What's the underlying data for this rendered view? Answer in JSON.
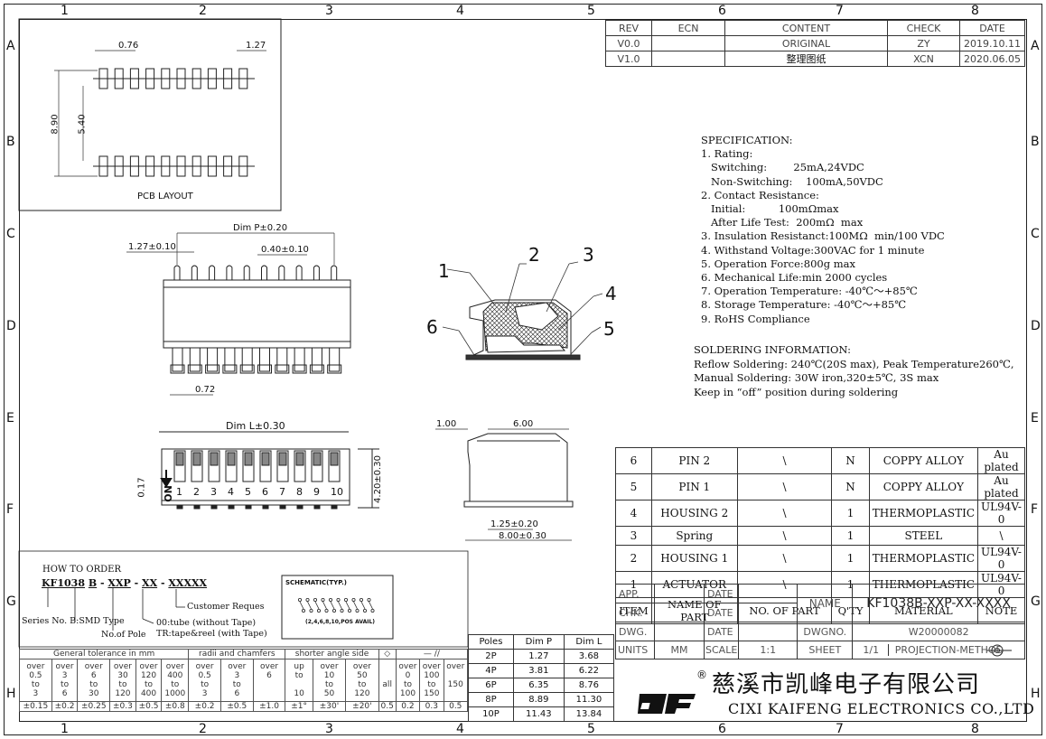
{
  "zones": {
    "cols": [
      "1",
      "2",
      "3",
      "4",
      "5",
      "6",
      "7",
      "8"
    ],
    "rows": [
      "A",
      "B",
      "C",
      "D",
      "E",
      "F",
      "G",
      "H"
    ]
  },
  "revision": {
    "headers": [
      "REV",
      "ECN",
      "CONTENT",
      "CHECK",
      "DATE"
    ],
    "rows": [
      [
        "V0.0",
        "",
        "ORIGINAL",
        "ZY",
        "2019.10.11"
      ],
      [
        "V1.0",
        "",
        "整理图纸",
        "XCN",
        "2020.06.05"
      ]
    ]
  },
  "pcb_layout": {
    "title": "PCB LAYOUT",
    "dim_pitch": "0.76",
    "dim_pad": "1.27",
    "dim_height": "8.90",
    "dim_inner": "5.40"
  },
  "top_view": {
    "dim_p": "Dim P±0.20",
    "pitch": "1.27±0.10",
    "pin_width": "0.40±0.10",
    "lead": "0.72"
  },
  "front_view": {
    "dim_l": "Dim L±0.30",
    "on_label": "ON",
    "numbers": [
      "1",
      "2",
      "3",
      "4",
      "5",
      "6",
      "7",
      "8",
      "9",
      "10"
    ],
    "dim_height": "4.20±0.30",
    "dim_offset": "0.17"
  },
  "side_view": {
    "dim_a": "1.00",
    "dim_b": "6.00",
    "dim_c": "1.25±0.20",
    "dim_d": "8.00±0.30"
  },
  "callouts": [
    "1",
    "2",
    "3",
    "4",
    "5",
    "6"
  ],
  "specification": {
    "text": "SPECIFICATION:\n1. Rating:\n   Switching:        25mA,24VDC\n   Non-Switching:    100mA,50VDC\n2. Contact Resistance:\n   Initial:          100mΩmax\n   After Life Test:  200mΩ  max\n3. Insulation Resistanct:100MΩ  min/100 VDC\n4. Withstand Voltage:300VAC for 1 minute\n5. Operation Force:800g max\n6. Mechanical Life:min 2000 cycles\n7. Operation Temperature: -40℃～+85℃\n8. Storage Temperature: -40℃～+85℃\n9. RoHS Compliance"
  },
  "soldering": {
    "text": "SOLDERING INFORMATION:\nReflow Soldering: 240℃(20S max), Peak Temperature260℃,\nManual Soldering: 30W iron,320±5℃, 3S max\nKeep in “off” position during soldering"
  },
  "bom": {
    "headers": [
      "ITEM",
      "NAME OF PART",
      "NO. OF PART",
      "Q'TY",
      "MATERIAL",
      "NOTE"
    ],
    "rows": [
      [
        "6",
        "PIN 2",
        "\\",
        "N",
        "COPPY ALLOY",
        "Au plated"
      ],
      [
        "5",
        "PIN 1",
        "\\",
        "N",
        "COPPY ALLOY",
        "Au plated"
      ],
      [
        "4",
        "HOUSING 2",
        "\\",
        "1",
        "THERMOPLASTIC",
        "UL94V-0"
      ],
      [
        "3",
        "Spring",
        "\\",
        "1",
        "STEEL",
        "\\"
      ],
      [
        "2",
        "HOUSING 1",
        "\\",
        "1",
        "THERMOPLASTIC",
        "UL94V-0"
      ],
      [
        "1",
        "ACTUATOR",
        "\\",
        "1",
        "THERMOPLASTIC",
        "UL94V-0"
      ]
    ]
  },
  "title_block": {
    "app": "APP.",
    "chk": "CHK.",
    "dwg": "DWG.",
    "units": "UNITS",
    "date": "DATE",
    "name_label": "NAME",
    "part_name": "KF1038B-XXP-XX-XXXX",
    "dwgno_label": "DWGNO.",
    "dwgno": "W20000082",
    "units_val": "MM",
    "scale_label": "SCALE",
    "scale_val": "1:1",
    "sheet_label": "SHEET",
    "sheet_val": "1/1",
    "projection": "PROJECTION-METHOD"
  },
  "company": {
    "logo": "DF",
    "name_cn": "慈溪市凯峰电子有限公司",
    "name_en": "CIXI KAIFENG ELECTRONICS CO.,LTD",
    "reg": "®"
  },
  "order": {
    "title": "HOW TO ORDER",
    "code": [
      "KF1038",
      "B",
      "-",
      "XXP",
      "-",
      "XX",
      "-",
      "XXXXX"
    ],
    "customer": "Customer Reques",
    "series": "Series No. B:SMD Type",
    "poles": "No.of Pole",
    "pack1": "00:tube    (without Tape)",
    "pack2": "TR:tape&reel (with Tape)"
  },
  "schematic": {
    "title": "SCHEMATIC(TYP.)",
    "caption": "(2,4,6,8,10,POS AVAIL)"
  },
  "poles_table": {
    "headers": [
      "Poles",
      "Dim P",
      "Dim L"
    ],
    "rows": [
      [
        "2P",
        "1.27",
        "3.68"
      ],
      [
        "4P",
        "3.81",
        "6.22"
      ],
      [
        "6P",
        "6.35",
        "8.76"
      ],
      [
        "8P",
        "8.89",
        "11.30"
      ],
      [
        "10P",
        "11.43",
        "13.84"
      ]
    ]
  },
  "tolerance": {
    "h1": "General tolerance in mm",
    "h2": "radii and chamfers",
    "h3": "shorter angle side",
    "h4": "◇",
    "h5": "—  //",
    "values": [
      "±0.15",
      "±0.2",
      "±0.25",
      "±0.3",
      "±0.5",
      "±0.8",
      "±0.2",
      "±0.5",
      "±1.0",
      "±1°",
      "±30'",
      "±20'",
      "0.5",
      "0.2",
      "0.3",
      "0.5"
    ]
  }
}
